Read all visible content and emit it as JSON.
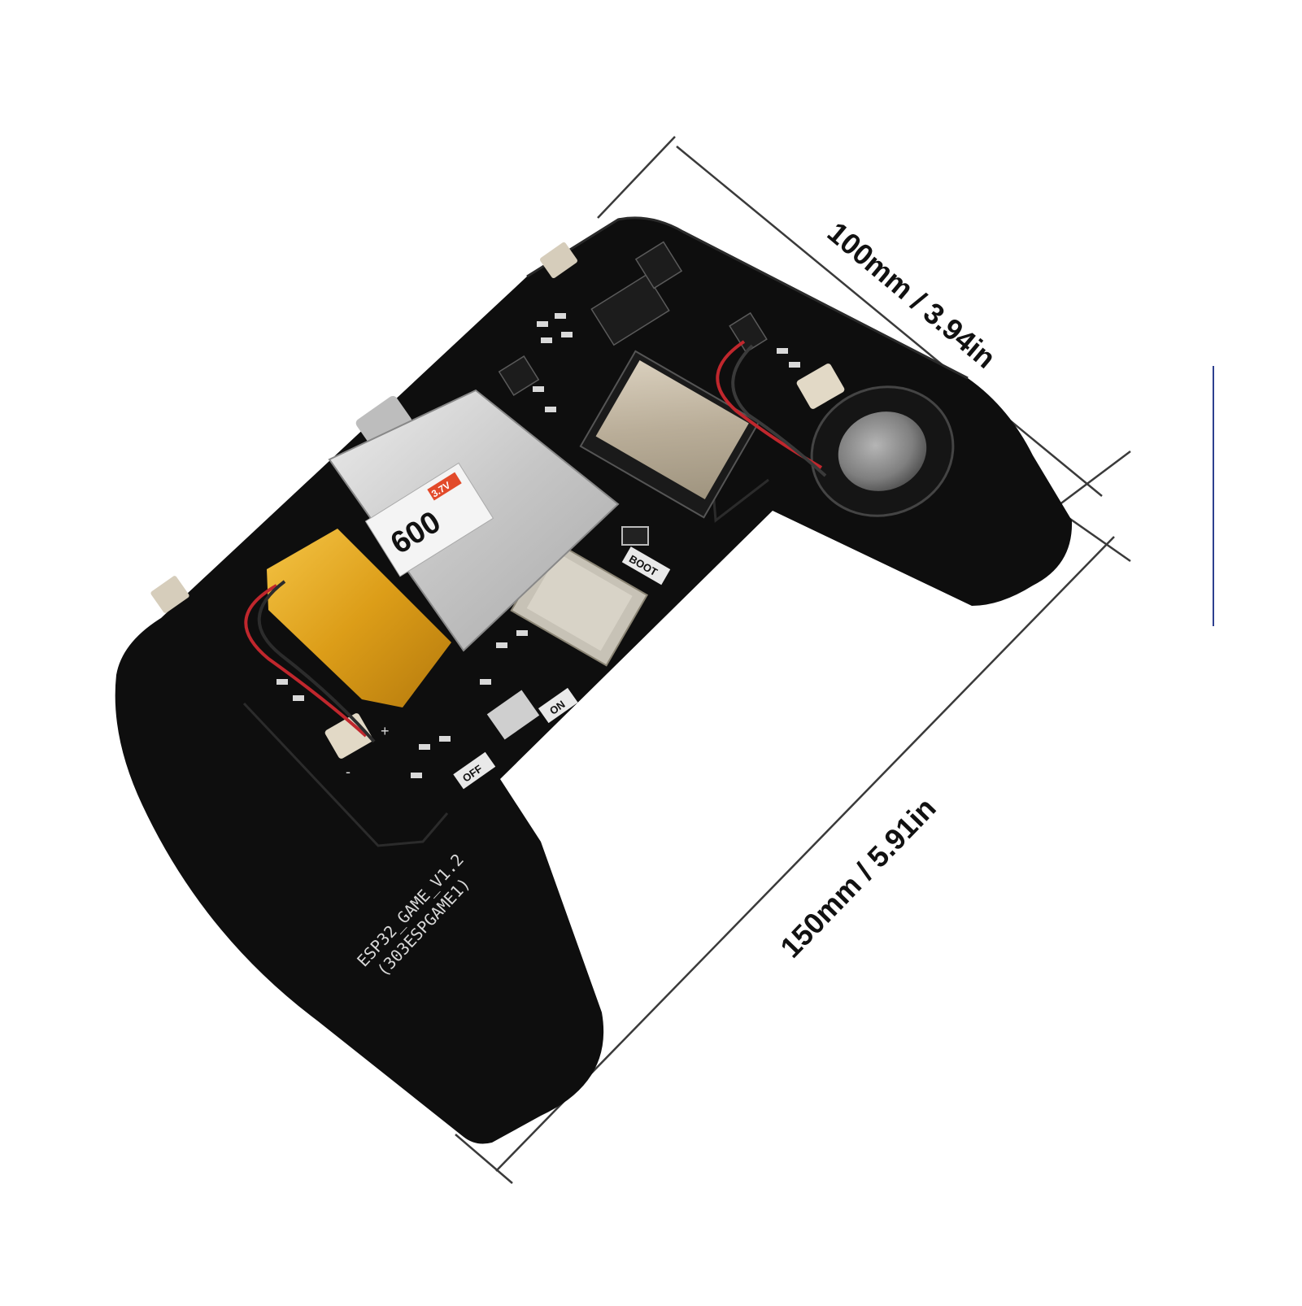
{
  "dimensions": {
    "width_label": "100mm / 3.94in",
    "length_label": "150mm / 5.91in"
  },
  "board": {
    "model_text": "ESP32_GAME_V1.2",
    "part_code": "(303ESPGAME1)",
    "boot_label": "BOOT",
    "switch_on_label": "ON",
    "switch_off_label": "OFF",
    "minus_label": "-",
    "plus_label": "+"
  },
  "battery": {
    "capacity": "600",
    "voltage": "3.7V"
  },
  "colors": {
    "pcb": "#0e0e0e",
    "battery_silver": "#c9c9c9",
    "kapton": "#e1a31d",
    "speaker": "#8a8a8a",
    "dimension_line": "#3a3a3a",
    "edge_accent": "#2e3f8f"
  }
}
